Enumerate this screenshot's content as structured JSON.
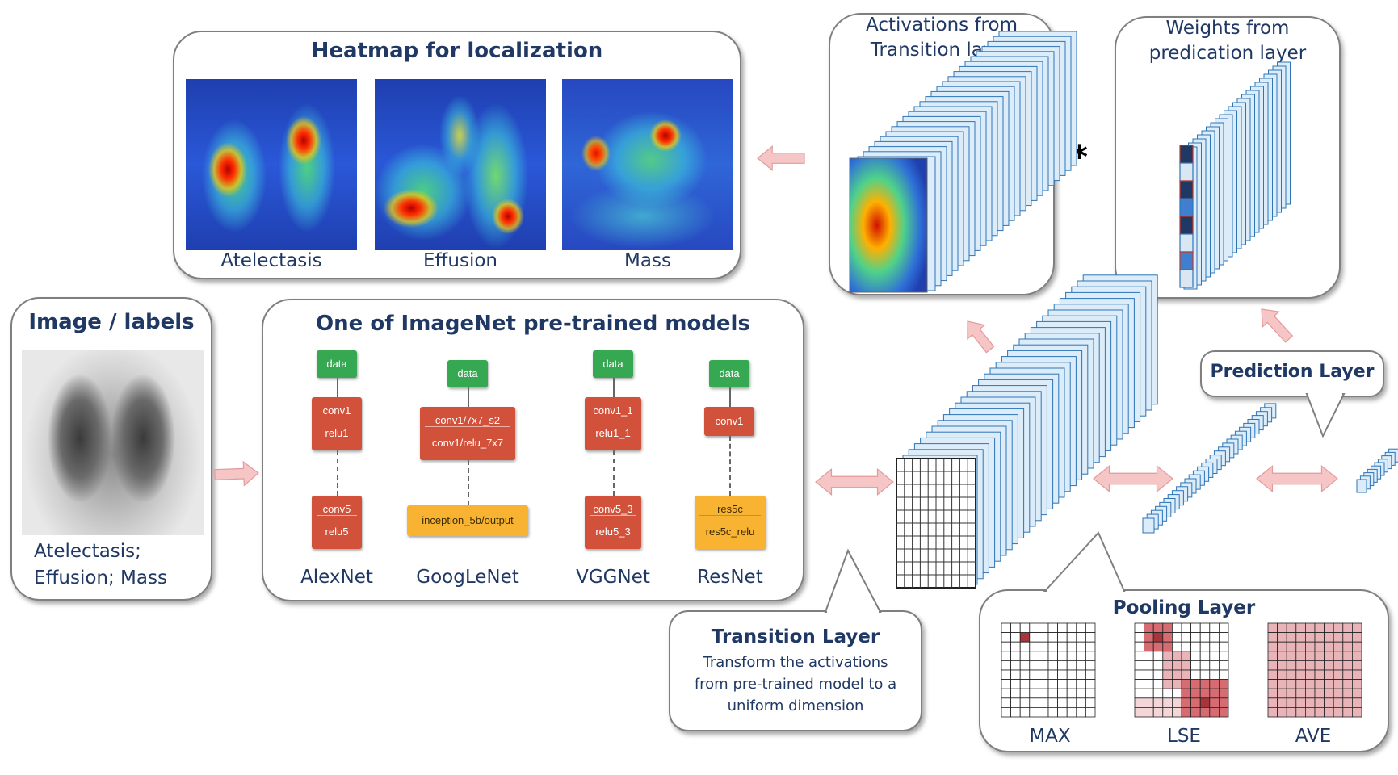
{
  "heatmap_box": {
    "title": "Heatmap for localization",
    "labels": [
      "Atelectasis",
      "Effusion",
      "Mass"
    ]
  },
  "image_box": {
    "title": "Image / labels",
    "labels_line1": "Atelectasis;",
    "labels_line2": "Effusion; Mass"
  },
  "models_box": {
    "title": "One of ImageNet pre-trained models",
    "models": [
      {
        "name": "AlexNet",
        "input": "data",
        "top": [
          "conv1",
          "relu1"
        ],
        "bottom": [
          "conv5",
          "relu5"
        ]
      },
      {
        "name": "GoogLeNet",
        "input": "data",
        "top": [
          "conv1/7x7_s2",
          "conv1/relu_7x7"
        ],
        "bottom": [
          "inception_5b/output"
        ]
      },
      {
        "name": "VGGNet",
        "input": "data",
        "top": [
          "conv1_1",
          "relu1_1"
        ],
        "bottom": [
          "conv5_3",
          "relu5_3"
        ]
      },
      {
        "name": "ResNet",
        "input": "data",
        "top": [
          "conv1"
        ],
        "bottom": [
          "res5c",
          "res5c_relu"
        ]
      }
    ]
  },
  "activations_box": {
    "line1": "Activations from",
    "line2": "Transition layer"
  },
  "weights_box": {
    "line1": "Weights from",
    "line2": "predication layer"
  },
  "multiply_symbol": "*",
  "prediction_callout": {
    "title": "Prediction Layer"
  },
  "transition_callout": {
    "title": "Transition Layer",
    "line1": "Transform the activations",
    "line2": "from pre-trained model to a",
    "line3": "uniform dimension"
  },
  "pooling_box": {
    "title": "Pooling Layer",
    "labels": [
      "MAX",
      "LSE",
      "AVE"
    ]
  },
  "colors": {
    "title_text": "#1f3864",
    "arrow_fill": "#f6c6c6",
    "arrow_stroke": "#e49a9a",
    "node_green": "#36a852",
    "node_red": "#d2513a",
    "node_orange": "#f9b333",
    "slab_fill": "#dcecf8",
    "slab_stroke": "#2e75b6",
    "pool_dark": "#a8353b",
    "pool_light": "#e9b4b7"
  }
}
